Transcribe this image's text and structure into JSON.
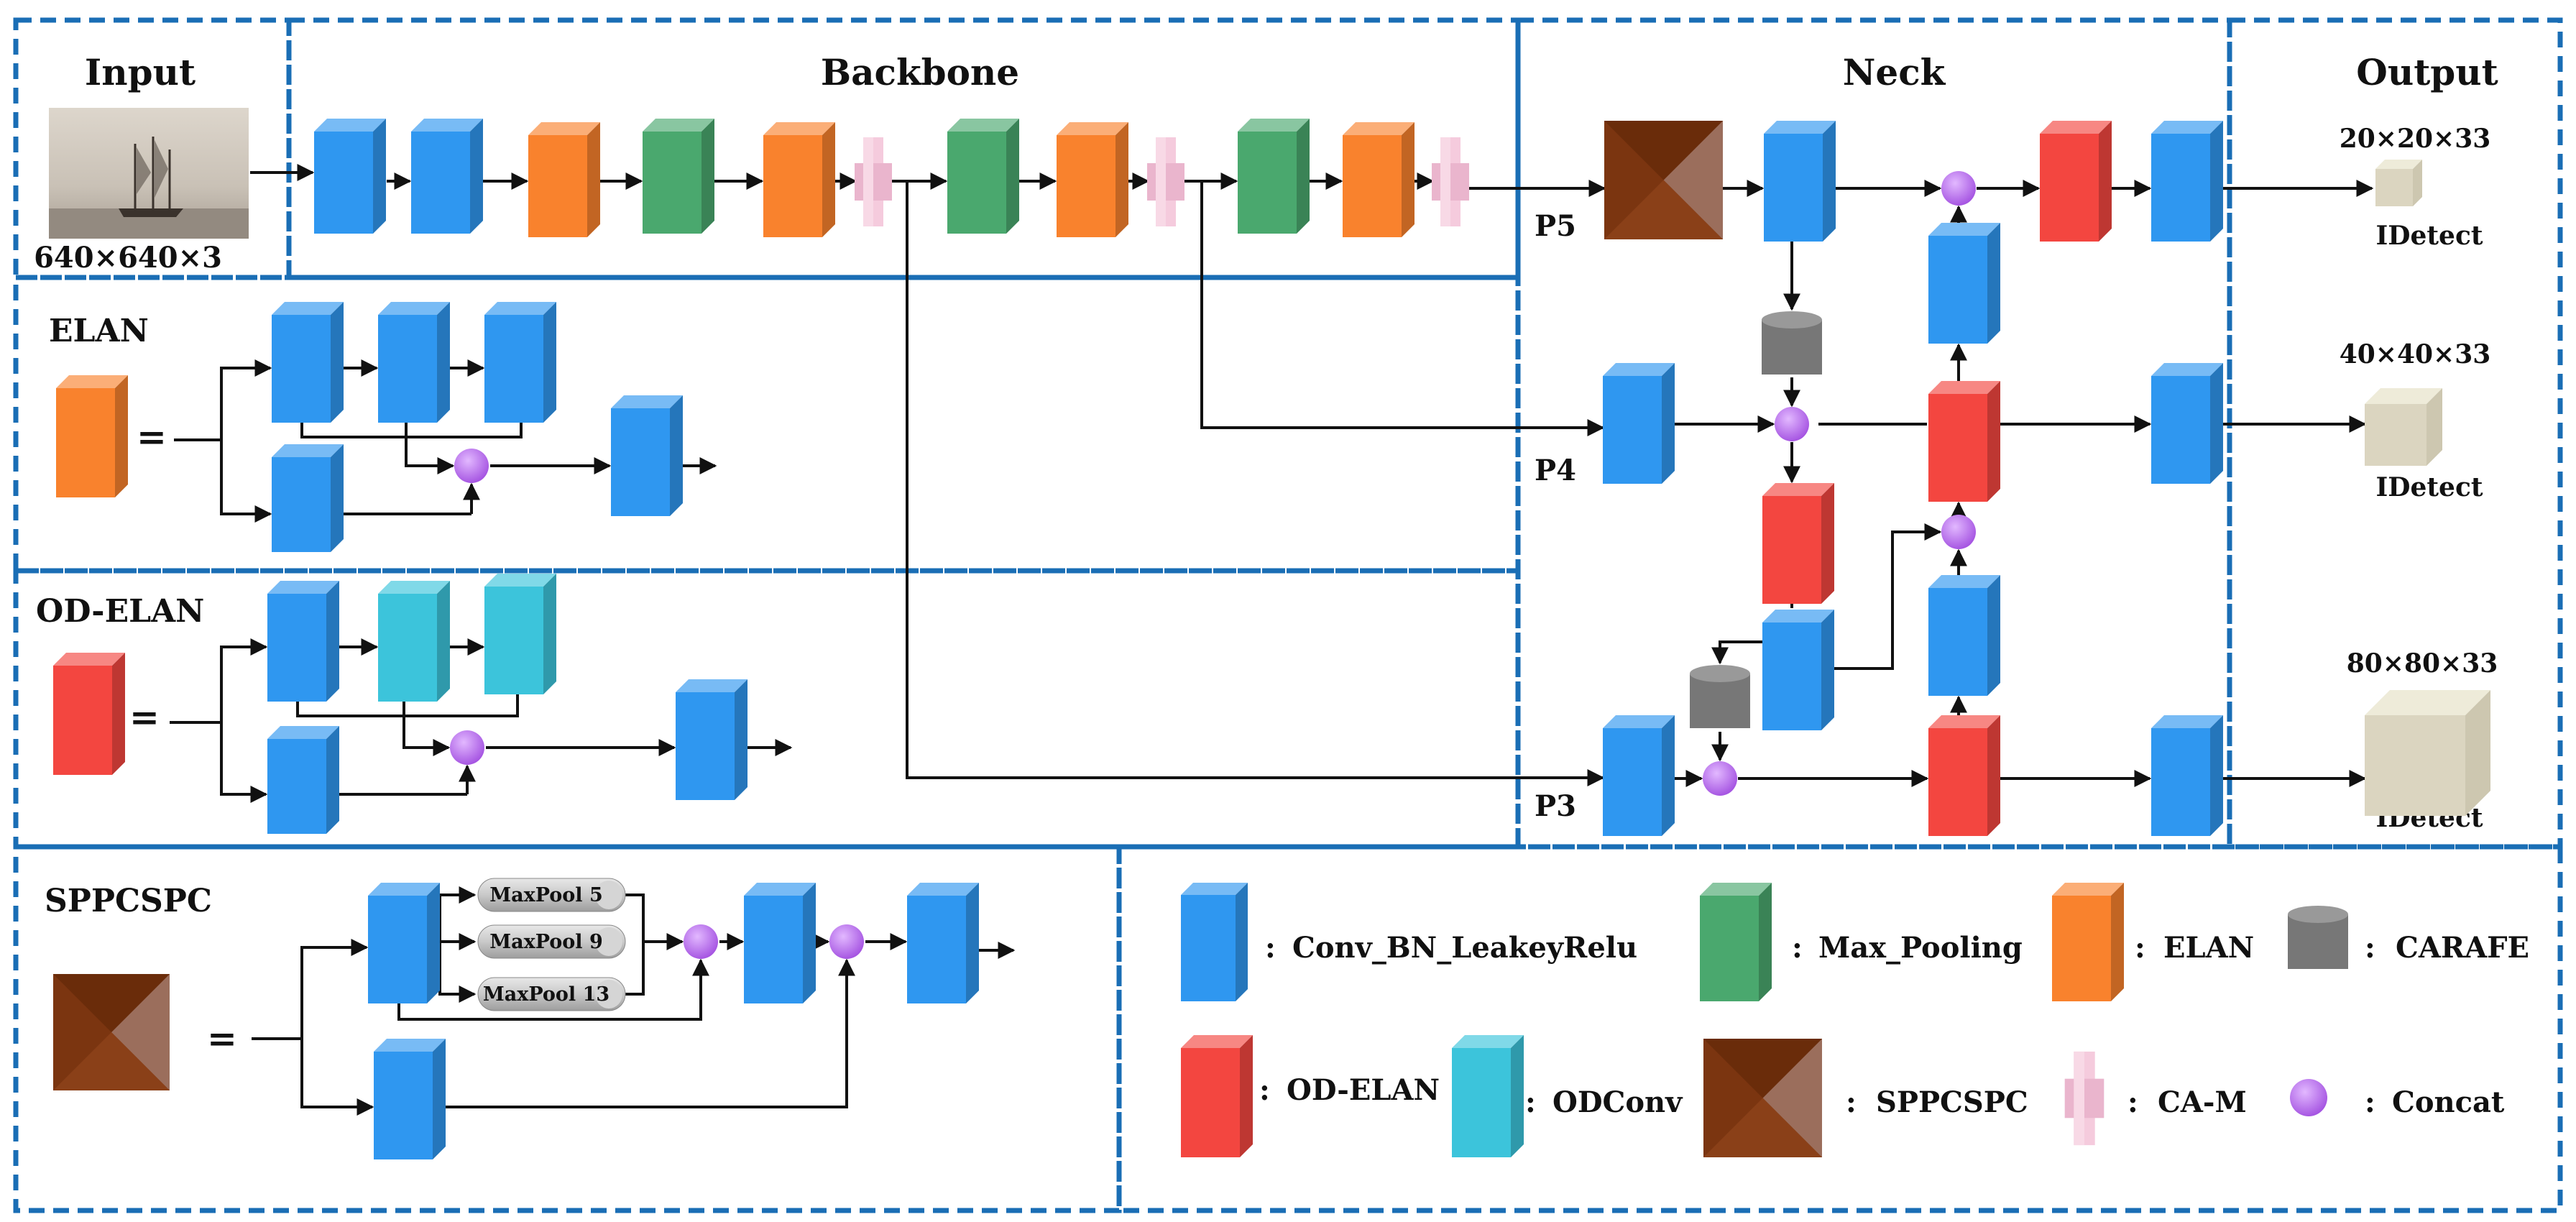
{
  "sections": {
    "input": "Input",
    "backbone": "Backbone",
    "neck": "Neck",
    "output": "Output"
  },
  "input_size": "640×640×3",
  "ports": {
    "p5": "P5",
    "p4": "P4",
    "p3": "P3"
  },
  "outputs": [
    {
      "dims": "20×20×33",
      "head": "IDetect"
    },
    {
      "dims": "40×40×33",
      "head": "IDetect"
    },
    {
      "dims": "80×80×33",
      "head": "IDetect"
    }
  ],
  "modules": {
    "elan": "ELAN",
    "od_elan": "OD-ELAN",
    "sppcspc": "SPPCSPC"
  },
  "equals": "=",
  "maxpools": [
    "MaxPool 5",
    "MaxPool 9",
    "MaxPool 13"
  ],
  "legend": {
    "conv": "Conv_BN_LeakeyRelu",
    "maxpool": "Max_Pooling",
    "elan": "ELAN",
    "carafe": "CARAFE",
    "od_elan": "OD-ELAN",
    "odconv": "ODConv",
    "sppcspc": "SPPCSPC",
    "cam": "CA-M",
    "concat": "Concat",
    "separator": ":"
  },
  "colors": {
    "conv": "#2f97f0",
    "maxpool": "#4aa86e",
    "elan": "#f9822d",
    "od_elan": "#f34640",
    "odconv": "#3cc4db",
    "carafe": "#7a7a7a",
    "sppcspc": "#7b3510",
    "cam": "#f2c4d8",
    "concat": "#b45fe8",
    "border": "#1a6eb5"
  }
}
